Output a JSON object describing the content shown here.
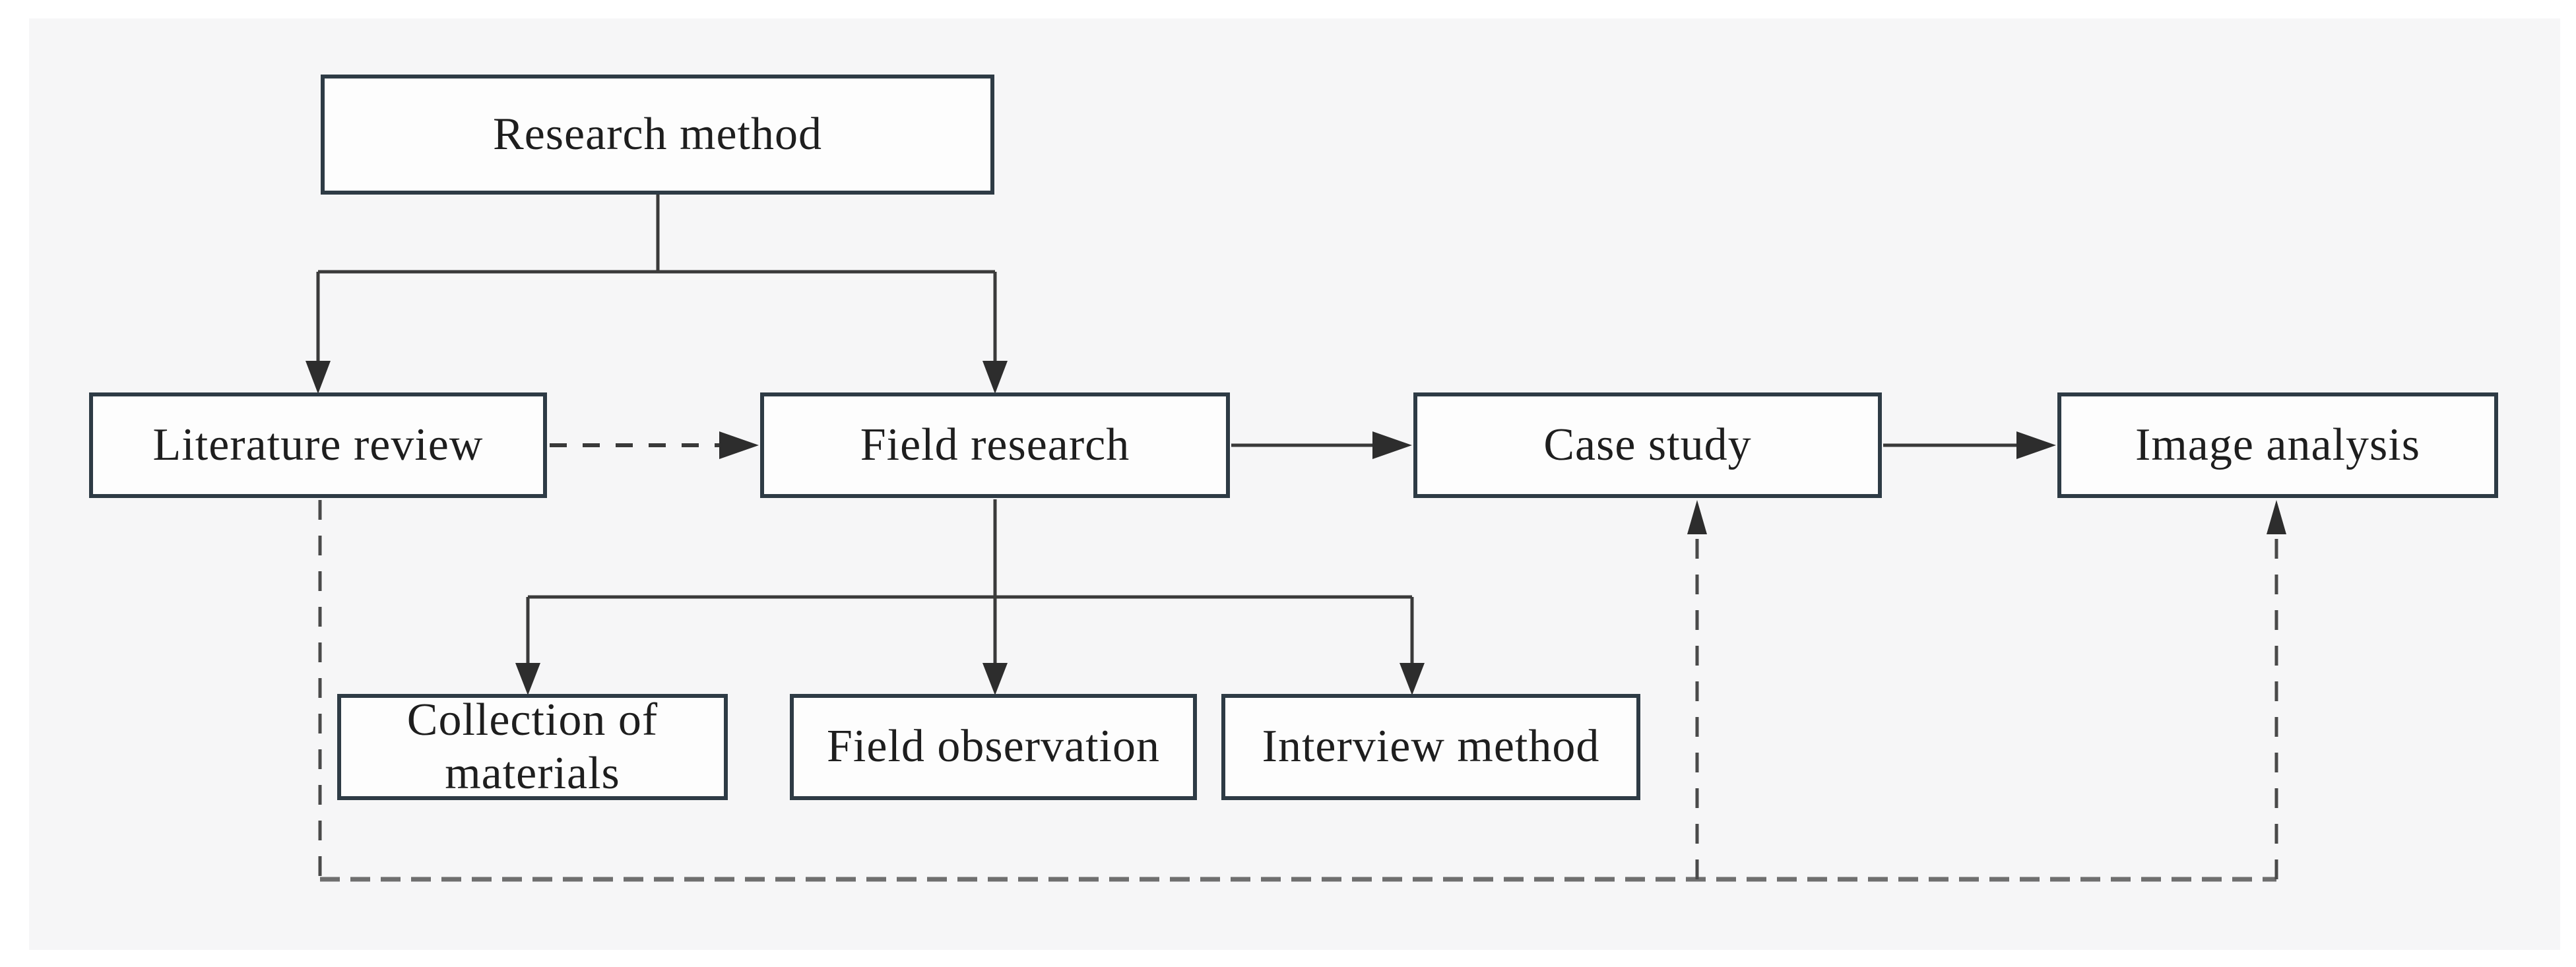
{
  "diagram": {
    "title": "Research method flowchart",
    "colors": {
      "figure_background": "#f6f6f7",
      "page_background": "#ffffff",
      "box_border": "#2e3b45",
      "box_fill": "#fdfdfd",
      "solid_line": "#3a3a3a",
      "feedback_dashed_line": "#6f6f6f",
      "text": "#1e1e1e"
    },
    "nodes": [
      {
        "id": "research-method",
        "label": "Research method"
      },
      {
        "id": "literature-review",
        "label": "Literature review"
      },
      {
        "id": "field-research",
        "label": "Field research"
      },
      {
        "id": "case-study",
        "label": "Case study"
      },
      {
        "id": "image-analysis",
        "label": "Image analysis"
      },
      {
        "id": "collection-of-materials",
        "label": "Collection of materials"
      },
      {
        "id": "field-observation",
        "label": "Field observation"
      },
      {
        "id": "interview-method",
        "label": "Interview method"
      }
    ],
    "edges": [
      {
        "from": "Research method",
        "to": "Literature review",
        "style": "solid-arrow"
      },
      {
        "from": "Research method",
        "to": "Field research",
        "style": "solid-arrow"
      },
      {
        "from": "Literature review",
        "to": "Field research",
        "style": "dashed-arrow"
      },
      {
        "from": "Field research",
        "to": "Case study",
        "style": "solid-arrow"
      },
      {
        "from": "Case study",
        "to": "Image analysis",
        "style": "solid-arrow"
      },
      {
        "from": "Field research",
        "to": "Collection of materials",
        "style": "solid-arrow"
      },
      {
        "from": "Field research",
        "to": "Field observation",
        "style": "solid-arrow"
      },
      {
        "from": "Field research",
        "to": "Interview method",
        "style": "solid-arrow"
      },
      {
        "from": "Literature review",
        "to": "Case study",
        "style": "dashed-arrow"
      },
      {
        "from": "Literature review",
        "to": "Image analysis",
        "style": "dashed-arrow"
      }
    ]
  }
}
